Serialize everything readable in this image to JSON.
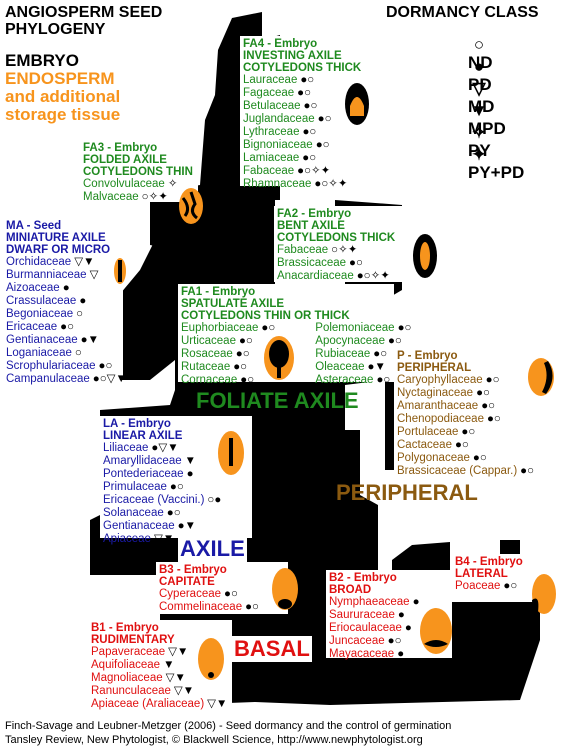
{
  "header": {
    "title_line1": "ANGIOSPERM SEED",
    "title_line2": "PHYLOGENY",
    "dormancy_title": "DORMANCY CLASS",
    "embryo_label": "EMBRYO",
    "endosperm_line1": "ENDOSPERM",
    "endosperm_line2": "and additional",
    "endosperm_line3": "storage tissue"
  },
  "legend": [
    {
      "symbol": "○",
      "label": "ND"
    },
    {
      "symbol": "●",
      "label": "PD"
    },
    {
      "symbol": "▽",
      "label": "MD"
    },
    {
      "symbol": "▼",
      "label": "MPD"
    },
    {
      "symbol": "✧",
      "label": "PY"
    },
    {
      "symbol": "✦",
      "label": "PY+PD"
    }
  ],
  "fa4": {
    "title": "FA4 - Embryo\nINVESTING AXILE\nCOTYLEDONS THICK",
    "families": [
      {
        "name": "Lauraceae",
        "dormancy": "●○"
      },
      {
        "name": "Fagaceae",
        "dormancy": "●○"
      },
      {
        "name": "Betulaceae",
        "dormancy": "●○"
      },
      {
        "name": "Juglandaceae",
        "dormancy": "●○"
      },
      {
        "name": "Lythraceae",
        "dormancy": "●○"
      },
      {
        "name": "Bignoniaceae",
        "dormancy": "●○"
      },
      {
        "name": "Lamiaceae",
        "dormancy": "●○"
      },
      {
        "name": "Fabaceae",
        "dormancy": "●○✧✦"
      },
      {
        "name": "Rhamnaceae",
        "dormancy": "●○✧✦"
      }
    ]
  },
  "fa3": {
    "title": "FA3 - Embryo\nFOLDED AXILE\nCOTYLEDONS THIN",
    "families": [
      {
        "name": "Convolvulaceae",
        "dormancy": "✧"
      },
      {
        "name": "Malvaceae",
        "dormancy": "○✧✦"
      }
    ]
  },
  "ma": {
    "title": "MA - Seed\nMINIATURE AXILE\nDWARF OR MICRO",
    "families": [
      {
        "name": "Orchidaceae",
        "dormancy": "▽▼"
      },
      {
        "name": "Burmanniaceae",
        "dormancy": "▽"
      },
      {
        "name": "Aizoaceae",
        "dormancy": "●"
      },
      {
        "name": "Crassulaceae",
        "dormancy": "●"
      },
      {
        "name": "Begoniaceae",
        "dormancy": "○"
      },
      {
        "name": "Ericaceae",
        "dormancy": "●○"
      },
      {
        "name": "Gentianaceae",
        "dormancy": "●▼"
      },
      {
        "name": "Loganiaceae",
        "dormancy": "○"
      },
      {
        "name": "Scrophulariaceae",
        "dormancy": "●○"
      },
      {
        "name": "Campanulaceae",
        "dormancy": "●○▽▼"
      }
    ]
  },
  "fa2": {
    "title": "FA2 - Embryo\nBENT AXILE\nCOTYLEDONS THICK",
    "families": [
      {
        "name": "Fabaceae",
        "dormancy": "○✧✦"
      },
      {
        "name": "Brassicaceae",
        "dormancy": "●○"
      },
      {
        "name": "Anacardiaceae",
        "dormancy": "●○✧✦"
      }
    ]
  },
  "fa1": {
    "title": "FA1 - Embryo\nSPATULATE AXILE\nCOTYLEDONS THIN OR THICK",
    "families_left": [
      {
        "name": "Euphorbiaceae",
        "dormancy": "●○"
      },
      {
        "name": "Urticaceae",
        "dormancy": "●○"
      },
      {
        "name": "Rosaceae",
        "dormancy": "●○"
      },
      {
        "name": "Rutaceae",
        "dormancy": "●○"
      },
      {
        "name": "Cornaceae",
        "dormancy": "●○"
      }
    ],
    "families_right": [
      {
        "name": "Polemoniaceae",
        "dormancy": "●○"
      },
      {
        "name": "Apocynaceae",
        "dormancy": "●○"
      },
      {
        "name": "Rubiaceae",
        "dormancy": "●○"
      },
      {
        "name": "Oleaceae",
        "dormancy": "●▼"
      },
      {
        "name": "Asteraceae",
        "dormancy": "●○"
      }
    ]
  },
  "foliate_label": "FOLIATE AXILE",
  "p": {
    "title": "P - Embryo\nPERIPHERAL",
    "families": [
      {
        "name": "Caryophyllaceae",
        "dormancy": "●○"
      },
      {
        "name": "Nyctaginaceae",
        "dormancy": "●○"
      },
      {
        "name": "Amaranthaceae",
        "dormancy": "●○"
      },
      {
        "name": "Chenopodiaceae",
        "dormancy": "●○"
      },
      {
        "name": "Portulaceae",
        "dormancy": "●○"
      },
      {
        "name": "Cactaceae",
        "dormancy": "●○"
      },
      {
        "name": "Polygonaceae",
        "dormancy": "●○"
      },
      {
        "name": "Brassicaceae (Cappar.)",
        "dormancy": "●○"
      }
    ]
  },
  "peripheral_label": "PERIPHERAL",
  "la": {
    "title": "LA - Embryo\nLINEAR AXILE",
    "families": [
      {
        "name": "Liliaceae",
        "dormancy": "●▽▼"
      },
      {
        "name": "Amaryllidaceae",
        "dormancy": "▼"
      },
      {
        "name": "Pontederiaceae",
        "dormancy": "●"
      },
      {
        "name": "Primulaceae",
        "dormancy": "●○"
      },
      {
        "name": "Ericaceae (Vaccini.)",
        "dormancy": "○●"
      },
      {
        "name": "Solanaceae",
        "dormancy": "●○"
      },
      {
        "name": "Gentianaceae",
        "dormancy": "●▼"
      },
      {
        "name": "Apiaceae",
        "dormancy": "▽▼"
      }
    ]
  },
  "axile_label": "AXILE",
  "b3": {
    "title": "B3 - Embryo\nCAPITATE",
    "families": [
      {
        "name": "Cyperaceae",
        "dormancy": "●○"
      },
      {
        "name": "Commelinaceae",
        "dormancy": "●○"
      }
    ]
  },
  "b2": {
    "title": "B2 - Embryo\nBROAD",
    "families": [
      {
        "name": "Nymphaeaceae",
        "dormancy": "●"
      },
      {
        "name": "Saururaceae",
        "dormancy": "●"
      },
      {
        "name": "Eriocaulaceae",
        "dormancy": "●"
      },
      {
        "name": "Juncaceae",
        "dormancy": "●○"
      },
      {
        "name": "Mayacaceae",
        "dormancy": "●"
      }
    ]
  },
  "b4": {
    "title": "B4 - Embryo\nLATERAL",
    "families": [
      {
        "name": "Poaceae",
        "dormancy": "●○"
      }
    ]
  },
  "b1": {
    "title": "B1 - Embryo\nRUDIMENTARY",
    "families": [
      {
        "name": "Papaveraceae",
        "dormancy": "▽▼"
      },
      {
        "name": "Aquifoliaceae",
        "dormancy": "▼"
      },
      {
        "name": "Magnoliaceae",
        "dormancy": "▽▼"
      },
      {
        "name": "Ranunculaceae",
        "dormancy": "▽▼"
      },
      {
        "name": "Apiaceae (Araliaceae)",
        "dormancy": "▽▼"
      }
    ]
  },
  "basal_label": "BASAL",
  "footer": {
    "line1": "Finch-Savage and Leubner-Metzger (2006) - Seed dormancy and the control of germination",
    "line2": "Tansley Review, New Phytologist, © Blackwell Science, http://www.newphytologist.org"
  },
  "colors": {
    "trunk": "#000000",
    "embryo_green": "#1f8a1f",
    "embryo_blue": "#1a1aa6",
    "embryo_red": "#e01010",
    "embryo_brown": "#8b5a10",
    "endosperm": "#f7941d"
  }
}
